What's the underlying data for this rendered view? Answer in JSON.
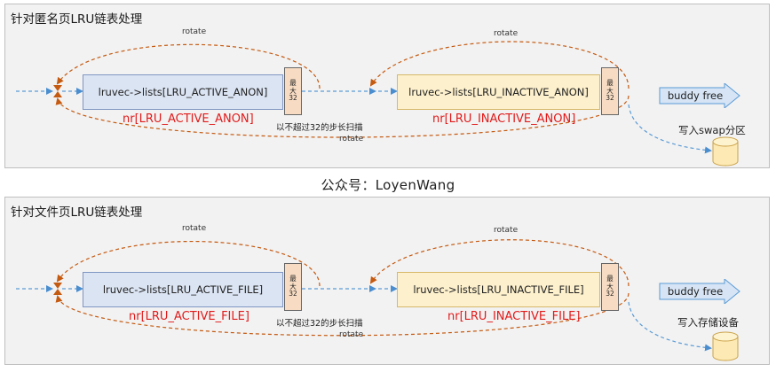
{
  "watermark": "公众号：LoyenWang",
  "colors": {
    "rotate_arrow": "#c55a11",
    "flow_arrow": "#5b9bd5",
    "active_fill": "#dbe4f3",
    "inactive_fill": "#fdf0cc",
    "nr_text": "#e21a1a"
  },
  "panels": [
    {
      "title": "针对匿名页LRU链表处理",
      "active_list": "lruvec->lists[LRU_ACTIVE_ANON]",
      "inactive_list": "lruvec->lists[LRU_INACTIVE_ANON]",
      "active_nr": "nr[LRU_ACTIVE_ANON]",
      "inactive_nr": "nr[LRU_INACTIVE_ANON]",
      "limit_label": "最大32",
      "rotate_top_left": "rotate",
      "rotate_top_right": "rotate",
      "rotate_bottom": "rotate",
      "scan_step": "以不超过32的步长扫描",
      "buddy_free": "buddy free",
      "writeback": "写入swap分区"
    },
    {
      "title": "针对文件页LRU链表处理",
      "active_list": "lruvec->lists[LRU_ACTIVE_FILE]",
      "inactive_list": "lruvec->lists[LRU_INACTIVE_FILE]",
      "active_nr": "nr[LRU_ACTIVE_FILE]",
      "inactive_nr": "nr[LRU_INACTIVE_FILE]",
      "limit_label": "最大32",
      "rotate_top_left": "rotate",
      "rotate_top_right": "rotate",
      "rotate_bottom": "rotate",
      "scan_step": "以不超过32的步长扫描",
      "buddy_free": "buddy free",
      "writeback": "写入存储设备"
    }
  ]
}
